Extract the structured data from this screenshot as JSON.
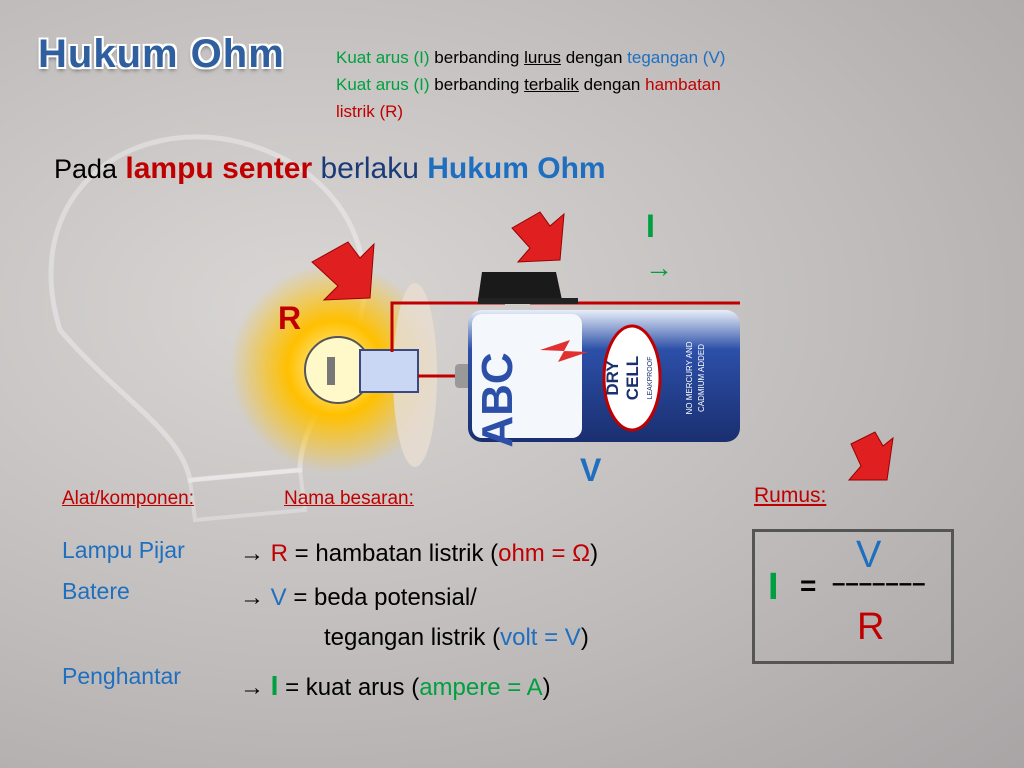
{
  "title": "Hukum Ohm",
  "definitions": {
    "line1": {
      "a": "Kuat arus (I)",
      "b": "berbanding",
      "c": "lurus",
      "d": "dengan",
      "e": "tegangan (V)"
    },
    "line2": {
      "a": "Kuat arus (I)",
      "b": "berbanding",
      "c": "terbalik",
      "d": "dengan",
      "e": "hambatan"
    },
    "line3": "listrik (R)"
  },
  "heading": {
    "pada": "Pada",
    "lampu": "lampu senter",
    "berlaku": "berlaku",
    "hukum": "Hukum Ohm"
  },
  "diagram": {
    "label_r": "R",
    "label_i": "I",
    "label_i_arrow": "→",
    "label_v": "V",
    "battery_brand": "ABC",
    "battery_type1": "DRY",
    "battery_type2": "CELL",
    "battery_leak": "LEAKPROOF",
    "battery_note1": "NO MERCURY AND",
    "battery_note2": "CADMIUM ADDED"
  },
  "sections": {
    "alat": "Alat/komponen:",
    "nama": "Nama besaran:",
    "rumus": "Rumus:"
  },
  "components": [
    "Lampu Pijar",
    "Batere",
    "Penghantar"
  ],
  "quantities": {
    "r": {
      "arrow": "→",
      "sym": "R",
      "text1": " = hambatan listrik (",
      "unit": "ohm = Ω",
      "close": ")"
    },
    "v": {
      "arrow": "→",
      "sym": "V",
      "text1": " = beda potensial/",
      "text2": "tegangan listrik (",
      "unit": "volt = V",
      "close": ")"
    },
    "i": {
      "arrow": "→",
      "sym": "I",
      "text1": " = kuat arus (",
      "unit": "ampere = A",
      "close": ")"
    }
  },
  "formula": {
    "num": "V",
    "lhs": "I",
    "eq": "=",
    "line": "–––––––",
    "den": "R"
  },
  "colors": {
    "blue": "#1f6fc0",
    "red": "#c00000",
    "green": "#00a040"
  }
}
